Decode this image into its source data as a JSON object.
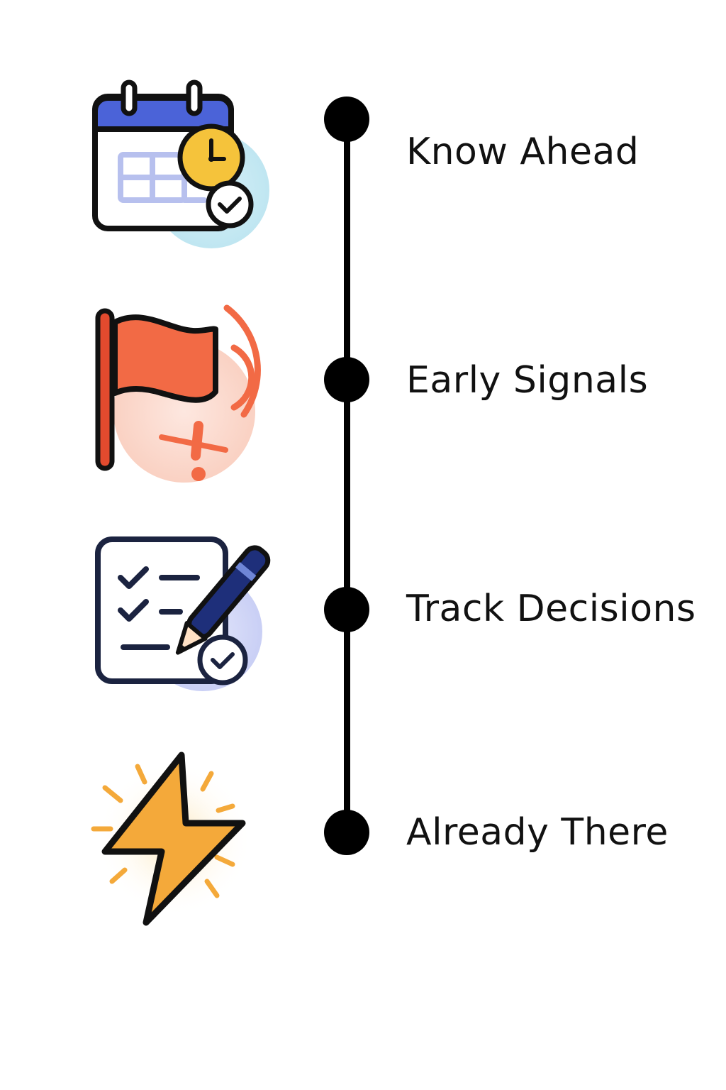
{
  "timeline": {
    "steps": [
      {
        "label": "Know Ahead",
        "icon": "calendar-clock-check-icon"
      },
      {
        "label": "Early Signals",
        "icon": "red-flag-alert-icon"
      },
      {
        "label": "Track Decisions",
        "icon": "checklist-pen-icon"
      },
      {
        "label": "Already There",
        "icon": "lightning-bolt-icon"
      }
    ]
  },
  "colors": {
    "line": "#000000",
    "calendar_accent": "#4B63D8",
    "clock_yellow": "#F5C33B",
    "flag_red": "#F26A45",
    "pen_navy": "#1E2F7A",
    "bolt_orange": "#F4A93A"
  }
}
